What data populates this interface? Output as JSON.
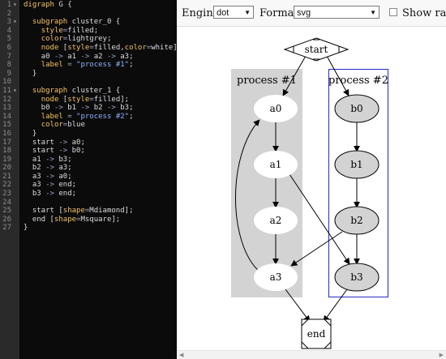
{
  "editor": {
    "lines": [
      {
        "n": "1",
        "fold": "▾",
        "segs": [
          [
            "kw",
            "digraph"
          ],
          [
            "txt",
            " G {"
          ]
        ]
      },
      {
        "n": "2",
        "fold": "",
        "segs": []
      },
      {
        "n": "3",
        "fold": "▾",
        "segs": [
          [
            "txt",
            "  "
          ],
          [
            "kw",
            "subgraph"
          ],
          [
            "txt",
            " cluster_0 {"
          ]
        ]
      },
      {
        "n": "4",
        "fold": "",
        "segs": [
          [
            "txt",
            "    "
          ],
          [
            "kw",
            "style"
          ],
          [
            "op",
            "="
          ],
          [
            "txt",
            "filled;"
          ]
        ]
      },
      {
        "n": "5",
        "fold": "",
        "segs": [
          [
            "txt",
            "    "
          ],
          [
            "kw",
            "color"
          ],
          [
            "op",
            "="
          ],
          [
            "txt",
            "lightgrey;"
          ]
        ]
      },
      {
        "n": "6",
        "fold": "",
        "segs": [
          [
            "txt",
            "    "
          ],
          [
            "kw",
            "node"
          ],
          [
            "txt",
            " ["
          ],
          [
            "kw",
            "style"
          ],
          [
            "op",
            "="
          ],
          [
            "txt",
            "filled,"
          ],
          [
            "kw",
            "color"
          ],
          [
            "op",
            "="
          ],
          [
            "txt",
            "white];"
          ]
        ]
      },
      {
        "n": "7",
        "fold": "",
        "segs": [
          [
            "txt",
            "    a0 "
          ],
          [
            "op",
            "->"
          ],
          [
            "txt",
            " a1 "
          ],
          [
            "op",
            "->"
          ],
          [
            "txt",
            " a2 "
          ],
          [
            "op",
            "->"
          ],
          [
            "txt",
            " a3;"
          ]
        ]
      },
      {
        "n": "8",
        "fold": "",
        "segs": [
          [
            "txt",
            "    "
          ],
          [
            "kw",
            "label"
          ],
          [
            "txt",
            " "
          ],
          [
            "op",
            "="
          ],
          [
            "txt",
            " "
          ],
          [
            "str",
            "\"process #1\""
          ],
          [
            "txt",
            ";"
          ]
        ]
      },
      {
        "n": "9",
        "fold": "",
        "segs": [
          [
            "txt",
            "  }"
          ]
        ]
      },
      {
        "n": "10",
        "fold": "",
        "segs": []
      },
      {
        "n": "11",
        "fold": "▾",
        "segs": [
          [
            "txt",
            "  "
          ],
          [
            "kw",
            "subgraph"
          ],
          [
            "txt",
            " cluster_1 {"
          ]
        ]
      },
      {
        "n": "12",
        "fold": "",
        "segs": [
          [
            "txt",
            "    "
          ],
          [
            "kw",
            "node"
          ],
          [
            "txt",
            " ["
          ],
          [
            "kw",
            "style"
          ],
          [
            "op",
            "="
          ],
          [
            "txt",
            "filled];"
          ]
        ]
      },
      {
        "n": "13",
        "fold": "",
        "segs": [
          [
            "txt",
            "    b0 "
          ],
          [
            "op",
            "->"
          ],
          [
            "txt",
            " b1 "
          ],
          [
            "op",
            "->"
          ],
          [
            "txt",
            " b2 "
          ],
          [
            "op",
            "->"
          ],
          [
            "txt",
            " b3;"
          ]
        ]
      },
      {
        "n": "14",
        "fold": "",
        "segs": [
          [
            "txt",
            "    "
          ],
          [
            "kw",
            "label"
          ],
          [
            "txt",
            " "
          ],
          [
            "op",
            "="
          ],
          [
            "txt",
            " "
          ],
          [
            "str",
            "\"process #2\""
          ],
          [
            "txt",
            ";"
          ]
        ]
      },
      {
        "n": "15",
        "fold": "",
        "segs": [
          [
            "txt",
            "    "
          ],
          [
            "kw",
            "color"
          ],
          [
            "op",
            "="
          ],
          [
            "txt",
            "blue"
          ]
        ]
      },
      {
        "n": "16",
        "fold": "",
        "segs": [
          [
            "txt",
            "  }"
          ]
        ]
      },
      {
        "n": "17",
        "fold": "",
        "segs": [
          [
            "txt",
            "  start "
          ],
          [
            "op",
            "->"
          ],
          [
            "txt",
            " a0;"
          ]
        ]
      },
      {
        "n": "18",
        "fold": "",
        "segs": [
          [
            "txt",
            "  start "
          ],
          [
            "op",
            "->"
          ],
          [
            "txt",
            " b0;"
          ]
        ]
      },
      {
        "n": "19",
        "fold": "",
        "segs": [
          [
            "txt",
            "  a1 "
          ],
          [
            "op",
            "->"
          ],
          [
            "txt",
            " b3;"
          ]
        ]
      },
      {
        "n": "20",
        "fold": "",
        "segs": [
          [
            "txt",
            "  b2 "
          ],
          [
            "op",
            "->"
          ],
          [
            "txt",
            " a3;"
          ]
        ]
      },
      {
        "n": "21",
        "fold": "",
        "segs": [
          [
            "txt",
            "  a3 "
          ],
          [
            "op",
            "->"
          ],
          [
            "txt",
            " a0;"
          ]
        ]
      },
      {
        "n": "22",
        "fold": "",
        "segs": [
          [
            "txt",
            "  a3 "
          ],
          [
            "op",
            "->"
          ],
          [
            "txt",
            " end;"
          ]
        ]
      },
      {
        "n": "23",
        "fold": "",
        "segs": [
          [
            "txt",
            "  b3 "
          ],
          [
            "op",
            "->"
          ],
          [
            "txt",
            " end;"
          ]
        ]
      },
      {
        "n": "24",
        "fold": "",
        "segs": []
      },
      {
        "n": "25",
        "fold": "",
        "segs": [
          [
            "txt",
            "  start ["
          ],
          [
            "kw",
            "shape"
          ],
          [
            "op",
            "="
          ],
          [
            "txt",
            "Mdiamond];"
          ]
        ]
      },
      {
        "n": "26",
        "fold": "",
        "segs": [
          [
            "txt",
            "  end ["
          ],
          [
            "kw",
            "shape"
          ],
          [
            "op",
            "="
          ],
          [
            "txt",
            "Msquare];"
          ]
        ]
      },
      {
        "n": "27",
        "fold": "",
        "segs": [
          [
            "txt",
            "}"
          ]
        ]
      }
    ]
  },
  "toolbar": {
    "engine_label": "Engine:",
    "engine_value": "dot",
    "format_label": "Format:",
    "format_value": "svg",
    "raw_label": "Show raw o"
  },
  "graph": {
    "clusters": {
      "c0": "process #1",
      "c1": "process #2"
    },
    "nodes": {
      "start": "start",
      "a0": "a0",
      "a1": "a1",
      "a2": "a2",
      "a3": "a3",
      "b0": "b0",
      "b1": "b1",
      "b2": "b2",
      "b3": "b3",
      "end": "end"
    },
    "colors": {
      "cluster0_fill": "#d3d3d3",
      "cluster1_border": "#2727c8",
      "b_fill": "#d3d3d3",
      "a_fill": "#ffffff"
    }
  }
}
